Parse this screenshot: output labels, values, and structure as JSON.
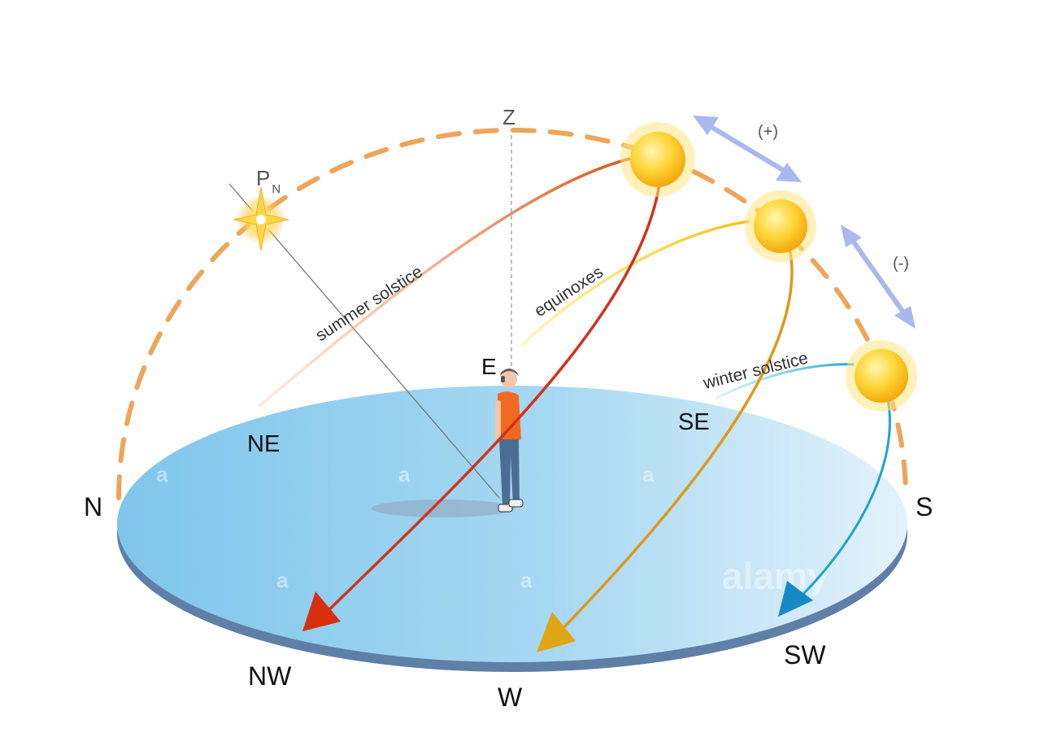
{
  "directions": {
    "north": "N",
    "south": "S",
    "east": "E",
    "west": "W",
    "northeast": "NE",
    "northwest": "NW",
    "southeast": "SE",
    "southwest": "SW"
  },
  "zenith_label": "Z",
  "pole_label": "P",
  "pole_subscript": "N",
  "paths": {
    "summer": "summer solstice",
    "equinox": "equinoxes",
    "winter": "winter solstice"
  },
  "change_labels": {
    "increase": "(+)",
    "decrease": "(-)"
  },
  "watermark": "alamy",
  "colors": {
    "horizon_disc": "#8ccbee",
    "disc_edge": "#6a8bb0",
    "meridian_arc": "#eda55a",
    "summer_path": "#d93a1b",
    "equinox_path": "#dda516",
    "winter_path": "#17a3cf",
    "sun": "#ffc81e",
    "change_arrows": "#a9b8ef",
    "person_shirt": "#f26a21"
  }
}
